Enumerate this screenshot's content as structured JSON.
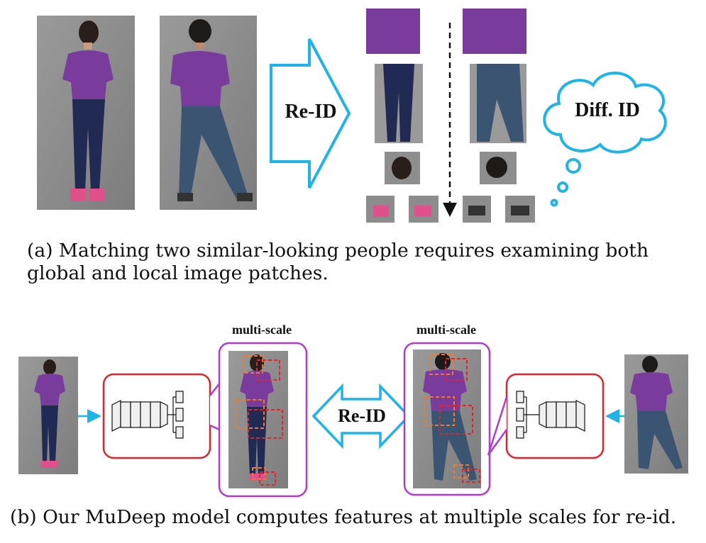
{
  "panel_a": {
    "arrow_label": "Re-ID",
    "cloud_label": "Diff. ID",
    "caption_line1": "(a) Matching two similar-looking people requires examining both",
    "caption_line2": "global and local image patches."
  },
  "panel_b": {
    "multiscale_label_left": "multi-scale",
    "multiscale_label_right": "multi-scale",
    "arrow_label": "Re-ID",
    "caption": "(b) Our MuDeep model computes features at multiple scales for re-id."
  },
  "colors": {
    "arrow_outline": "#1fb4e8",
    "network_box": "#e2232a",
    "multiscale_box": "#b13ad6",
    "patch_orange": "#f07a2a",
    "patch_red": "#e2232a",
    "shirt_purple": "#7a3c9c",
    "jeans_dark": "#202a52",
    "jeans_blue": "#3a5472",
    "ground": "#8c8c8c"
  }
}
